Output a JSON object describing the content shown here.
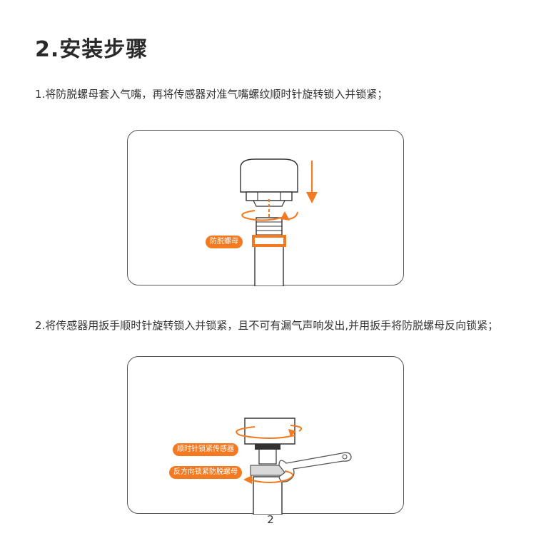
{
  "title": "2.安装步骤",
  "steps": [
    {
      "text": "1.将防脱螺母套入气嘴，再将传感器对准气嘴螺纹顺时针旋转锁入并锁紧；"
    },
    {
      "text": "2.将传感器用扳手顺时针旋转锁入并锁紧，且不可有漏气声响发出,并用扳手将防脱螺母反向锁紧；"
    }
  ],
  "figure1": {
    "label": "防脱螺母"
  },
  "figure2": {
    "label_top": "顺时针锁紧传感器",
    "label_bottom": "反方向锁紧防脱螺母"
  },
  "page_number": "2",
  "colors": {
    "accent": "#f37a21",
    "line": "#333333"
  }
}
